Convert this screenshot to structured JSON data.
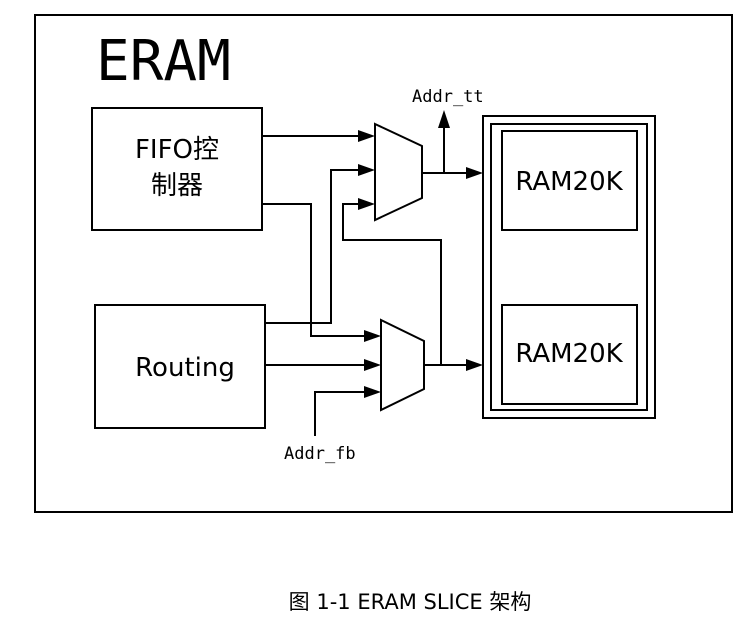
{
  "diagram": {
    "title": "ERAM",
    "fifo_label_line1": "FIFO控",
    "fifo_label_line2": "制器",
    "routing_label": "Routing",
    "ram_top_label": "RAM20K",
    "ram_bottom_label": "RAM20K",
    "addr_tt_label": "Addr_tt",
    "addr_fb_label": "Addr_fb"
  },
  "caption": "图 1-1 ERAM SLICE 架构"
}
